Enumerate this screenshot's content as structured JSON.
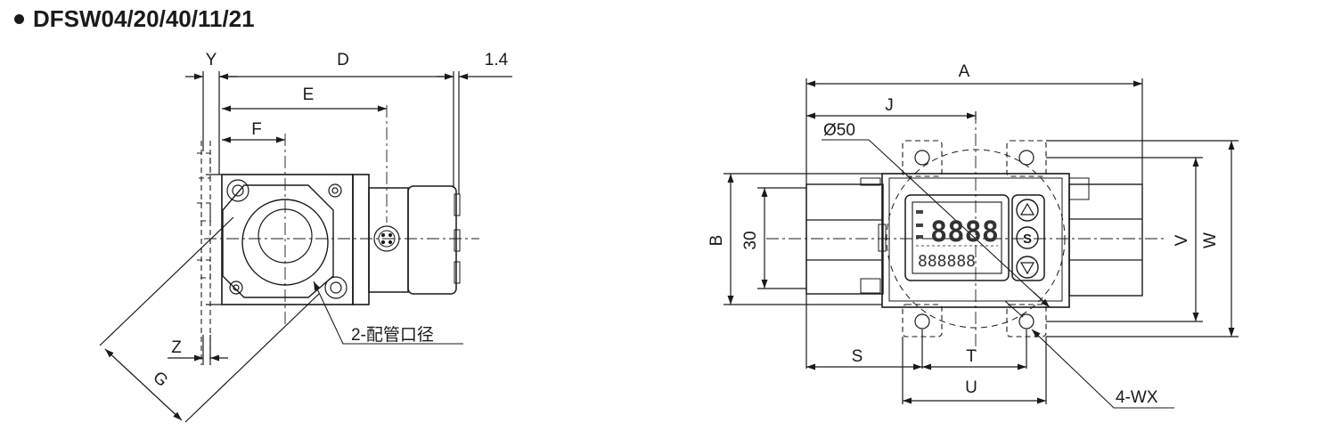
{
  "title": "DFSW04/20/40/11/21",
  "side_view": {
    "dims": {
      "y": "Y",
      "d": "D",
      "gap": "1.4",
      "e": "E",
      "f": "F",
      "z": "Z",
      "g": "G"
    },
    "port_callout": "2-配管口径"
  },
  "front_view": {
    "dims": {
      "a": "A",
      "j": "J",
      "diameter": "Ø50",
      "b": "B",
      "h30": "30",
      "v": "V",
      "w": "W",
      "s": "S",
      "t": "T",
      "u": "U"
    },
    "hole_callout": "4-WX",
    "display": {
      "main": "8888",
      "sub": "888888"
    },
    "buttons": {
      "up": "up-triangle",
      "set": "S",
      "down": "down-triangle"
    }
  }
}
